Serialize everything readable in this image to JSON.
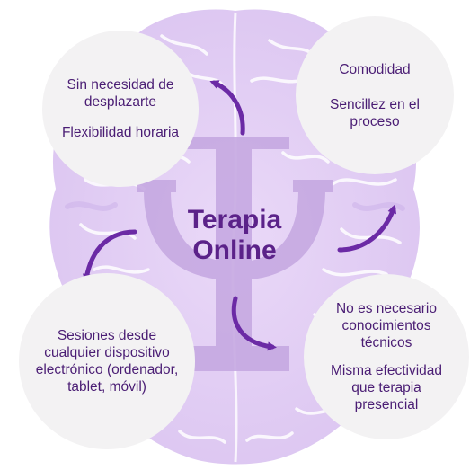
{
  "center": {
    "line1": "Terapia",
    "line2": "Online"
  },
  "bubbles": [
    {
      "texts": [
        "Sin necesidad de desplazarte",
        "Flexibilidad horaria"
      ]
    },
    {
      "texts": [
        "Comodidad",
        "Sencillez en el proceso"
      ]
    },
    {
      "texts": [
        "Sesiones desde cualquier dispositivo electrónico (ordenador, tablet, móvil)"
      ]
    },
    {
      "texts": [
        "No es necesario conocimientos técnicos",
        "Misma efectividad que terapia presencial"
      ]
    }
  ],
  "colors": {
    "brain": "#e3d0f4",
    "brain_ridge": "#d4bdee",
    "psi": "#c6a9e2",
    "arrow": "#6b2aa5",
    "text": "#4a1d74",
    "bubble": "#f3f2f3"
  },
  "icons": {
    "background": "brain-icon",
    "symbol": "psi-symbol-icon"
  }
}
